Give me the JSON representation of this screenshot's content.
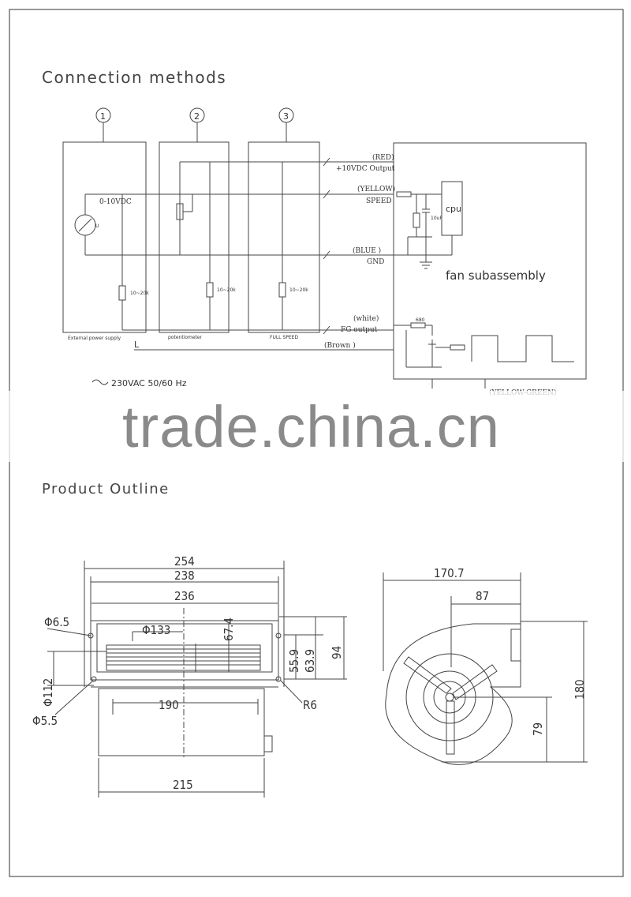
{
  "connection": {
    "title": "Connection methods",
    "method_numbers": [
      "1",
      "2",
      "3"
    ],
    "external_supply_label": "External power supply",
    "potentiometer_label": "potentiometer",
    "full_speed_label": "FULL SPEED",
    "voltage_range": "0-10VDC",
    "resistor_values": [
      "10~20k",
      "10~20k",
      "10~20k"
    ],
    "meter_symbol": "U",
    "line_L": "L",
    "wires": {
      "red": "(RED)",
      "red_fn": "+10VDC Output",
      "yellow": "(YELLOW)",
      "yellow_fn": "SPEED",
      "blue": "(BLUE )",
      "blue_fn": "GND",
      "white": "(white)",
      "white_fn": "FG output",
      "brown": "(Brown )",
      "yellow_green": "(YELLOW-GREEN)"
    },
    "cpu_label": "cpu",
    "subassembly_label": "fan subassembly",
    "capacitor_label": "10uF",
    "resistor_680": "680",
    "ac_supply": "230VAC 50/60 Hz"
  },
  "watermark": "trade.china.cn",
  "outline": {
    "title": "Product Outline",
    "front_dims": {
      "overall": "254",
      "mid": "238",
      "inner": "236",
      "hole_dia": "Φ6.5",
      "inlet_dia": "Φ133",
      "height_674": "67.4",
      "d_559": "55.9",
      "d_639": "63.9",
      "d_94": "94",
      "d_112": "Φ112",
      "d_55": "Φ5.5",
      "radius": "R6",
      "base_190": "190",
      "base_215": "215"
    },
    "side_dims": {
      "width": "170.7",
      "offset": "87",
      "height": "180",
      "axis": "79"
    }
  }
}
